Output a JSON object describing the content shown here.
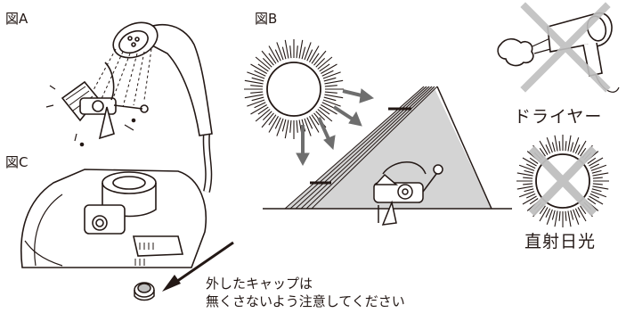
{
  "labels": {
    "fig_a": "図A",
    "fig_b": "図B",
    "fig_c": "図C",
    "dryer": "ドライヤー",
    "sunlight": "直射日光"
  },
  "caption": {
    "line1": "外したキャップは",
    "line2": "無くさないよう注意してください"
  },
  "colors": {
    "ink": "#231815",
    "shade": "#d4d4d4",
    "cross": "#bfbfbf"
  }
}
